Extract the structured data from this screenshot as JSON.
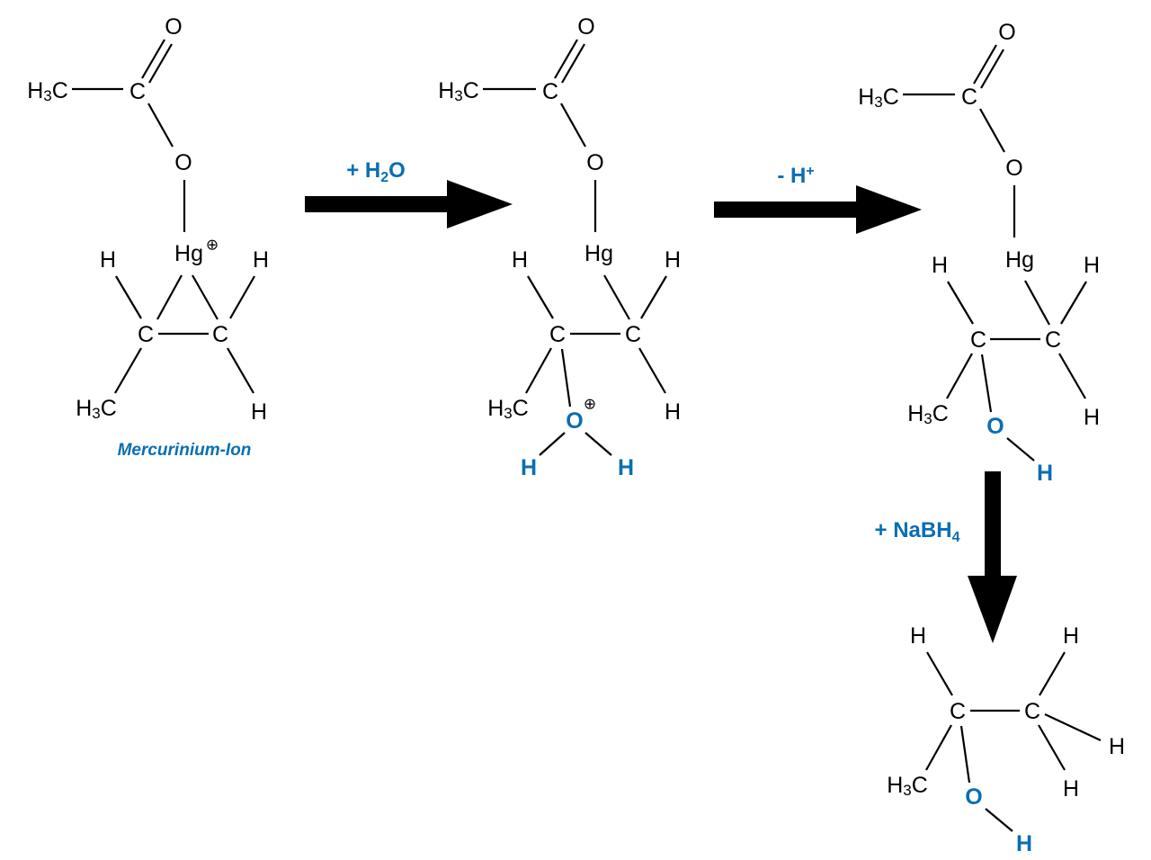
{
  "colors": {
    "accent": "#0a6eb4",
    "ink": "#000000"
  },
  "atoms": {
    "O": "O",
    "C": "C",
    "H": "H",
    "Hg": "Hg",
    "three": "3",
    "plus_charge": "⊕"
  },
  "step1": {
    "reagent_prefix": "+ H",
    "reagent_sub": "2",
    "reagent_suffix": "O"
  },
  "step2": {
    "reagent": "- H",
    "reagent_sup": "+"
  },
  "step3": {
    "reagent": "+ NaBH",
    "reagent_sub": "4"
  },
  "mercurinium_label": "Mercurinium-Ion"
}
